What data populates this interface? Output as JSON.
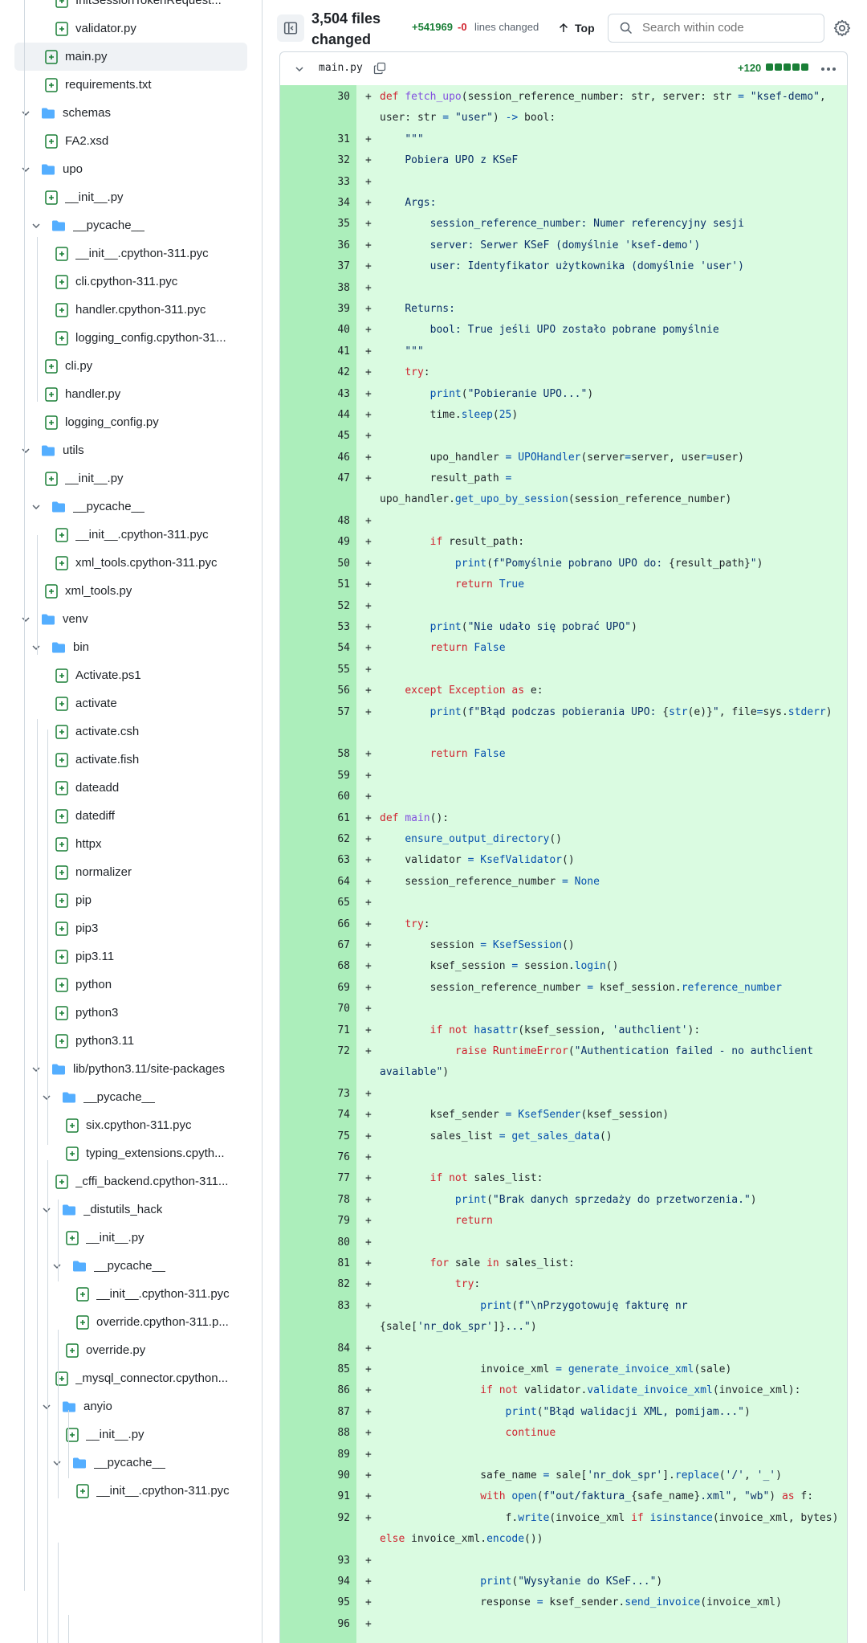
{
  "header": {
    "files_changed": "3,504 files changed",
    "additions": "+541969",
    "deletions": "-0",
    "lines_changed": "lines changed",
    "top_label": "Top",
    "search_placeholder": "Search within code"
  },
  "file": {
    "name": "main.py",
    "stat": "+120"
  },
  "tree": [
    {
      "label": "InitSessionTokenRequest...",
      "depth": 3,
      "type": "file"
    },
    {
      "label": "validator.py",
      "depth": 3,
      "type": "file"
    },
    {
      "label": "main.py",
      "depth": 2,
      "type": "file",
      "selected": true
    },
    {
      "label": "requirements.txt",
      "depth": 2,
      "type": "file"
    },
    {
      "label": "schemas",
      "depth": 1,
      "type": "folder"
    },
    {
      "label": "FA2.xsd",
      "depth": 2,
      "type": "file"
    },
    {
      "label": "upo",
      "depth": 1,
      "type": "folder"
    },
    {
      "label": "__init__.py",
      "depth": 2,
      "type": "file"
    },
    {
      "label": "__pycache__",
      "depth": 2,
      "type": "folder"
    },
    {
      "label": "__init__.cpython-311.pyc",
      "depth": 3,
      "type": "file"
    },
    {
      "label": "cli.cpython-311.pyc",
      "depth": 3,
      "type": "file"
    },
    {
      "label": "handler.cpython-311.pyc",
      "depth": 3,
      "type": "file"
    },
    {
      "label": "logging_config.cpython-31...",
      "depth": 3,
      "type": "file"
    },
    {
      "label": "cli.py",
      "depth": 2,
      "type": "file"
    },
    {
      "label": "handler.py",
      "depth": 2,
      "type": "file"
    },
    {
      "label": "logging_config.py",
      "depth": 2,
      "type": "file"
    },
    {
      "label": "utils",
      "depth": 1,
      "type": "folder"
    },
    {
      "label": "__init__.py",
      "depth": 2,
      "type": "file"
    },
    {
      "label": "__pycache__",
      "depth": 2,
      "type": "folder"
    },
    {
      "label": "__init__.cpython-311.pyc",
      "depth": 3,
      "type": "file"
    },
    {
      "label": "xml_tools.cpython-311.pyc",
      "depth": 3,
      "type": "file"
    },
    {
      "label": "xml_tools.py",
      "depth": 2,
      "type": "file"
    },
    {
      "label": "venv",
      "depth": 1,
      "type": "folder"
    },
    {
      "label": "bin",
      "depth": 2,
      "type": "folder"
    },
    {
      "label": "Activate.ps1",
      "depth": 3,
      "type": "file"
    },
    {
      "label": "activate",
      "depth": 3,
      "type": "file"
    },
    {
      "label": "activate.csh",
      "depth": 3,
      "type": "file"
    },
    {
      "label": "activate.fish",
      "depth": 3,
      "type": "file"
    },
    {
      "label": "dateadd",
      "depth": 3,
      "type": "file"
    },
    {
      "label": "datediff",
      "depth": 3,
      "type": "file"
    },
    {
      "label": "httpx",
      "depth": 3,
      "type": "file"
    },
    {
      "label": "normalizer",
      "depth": 3,
      "type": "file"
    },
    {
      "label": "pip",
      "depth": 3,
      "type": "file"
    },
    {
      "label": "pip3",
      "depth": 3,
      "type": "file"
    },
    {
      "label": "pip3.11",
      "depth": 3,
      "type": "file"
    },
    {
      "label": "python",
      "depth": 3,
      "type": "file"
    },
    {
      "label": "python3",
      "depth": 3,
      "type": "file"
    },
    {
      "label": "python3.11",
      "depth": 3,
      "type": "file"
    },
    {
      "label": "lib/python3.11/site-packages",
      "depth": 2,
      "type": "folder"
    },
    {
      "label": "__pycache__",
      "depth": 3,
      "type": "folder"
    },
    {
      "label": "six.cpython-311.pyc",
      "depth": 4,
      "type": "file"
    },
    {
      "label": "typing_extensions.cpyth...",
      "depth": 4,
      "type": "file"
    },
    {
      "label": "_cffi_backend.cpython-311...",
      "depth": 3,
      "type": "file"
    },
    {
      "label": "_distutils_hack",
      "depth": 3,
      "type": "folder"
    },
    {
      "label": "__init__.py",
      "depth": 4,
      "type": "file"
    },
    {
      "label": "__pycache__",
      "depth": 4,
      "type": "folder"
    },
    {
      "label": "__init__.cpython-311.pyc",
      "depth": 5,
      "type": "file"
    },
    {
      "label": "override.cpython-311.p...",
      "depth": 5,
      "type": "file"
    },
    {
      "label": "override.py",
      "depth": 4,
      "type": "file"
    },
    {
      "label": "_mysql_connector.cpython...",
      "depth": 3,
      "type": "file"
    },
    {
      "label": "anyio",
      "depth": 3,
      "type": "folder"
    },
    {
      "label": "__init__.py",
      "depth": 4,
      "type": "file"
    },
    {
      "label": "__pycache__",
      "depth": 4,
      "type": "folder"
    },
    {
      "label": "__init__.cpython-311.pyc",
      "depth": 5,
      "type": "file"
    }
  ],
  "diff": [
    {
      "n": "30",
      "h": "<span class='kw'>def</span> <span class='fn'>fetch_upo</span>(session_reference_number: str, server: str <span class='bl'>=</span> <span class='st'>\"ksef-demo\"</span>, user: str <span class='bl'>=</span> <span class='st'>\"user\"</span>) <span class='bl'>-&gt;</span> bool:",
      "rows": 2
    },
    {
      "n": "31",
      "h": "    <span class='st'>\"\"\"</span>"
    },
    {
      "n": "32",
      "h": "    <span class='st'>Pobiera UPO z KSeF</span>"
    },
    {
      "n": "33",
      "h": ""
    },
    {
      "n": "34",
      "h": "    <span class='st'>Args:</span>"
    },
    {
      "n": "35",
      "h": "        <span class='st'>session_reference_number: Numer referencyjny sesji</span>"
    },
    {
      "n": "36",
      "h": "        <span class='st'>server: Serwer KSeF (domyślnie 'ksef-demo')</span>"
    },
    {
      "n": "37",
      "h": "        <span class='st'>user: Identyfikator użytkownika (domyślnie 'user')</span>"
    },
    {
      "n": "38",
      "h": ""
    },
    {
      "n": "39",
      "h": "    <span class='st'>Returns:</span>"
    },
    {
      "n": "40",
      "h": "        <span class='st'>bool: True jeśli UPO zostało pobrane pomyślnie</span>"
    },
    {
      "n": "41",
      "h": "    <span class='st'>\"\"\"</span>"
    },
    {
      "n": "42",
      "h": "    <span class='kw'>try</span>:"
    },
    {
      "n": "43",
      "h": "        <span class='bl'>print</span>(<span class='st'>\"Pobieranie UPO...\"</span>)"
    },
    {
      "n": "44",
      "h": "        time.<span class='bl'>sleep</span>(<span class='bl'>25</span>)"
    },
    {
      "n": "45",
      "h": ""
    },
    {
      "n": "46",
      "h": "        upo_handler <span class='bl'>=</span> <span class='bl'>UPOHandler</span>(server<span class='bl'>=</span>server, user<span class='bl'>=</span>user)"
    },
    {
      "n": "47",
      "h": "        result_path <span class='bl'>=</span> upo_handler.<span class='bl'>get_upo_by_session</span>(session_reference_number)",
      "rows": 2
    },
    {
      "n": "48",
      "h": ""
    },
    {
      "n": "49",
      "h": "        <span class='kw'>if</span> result_path:"
    },
    {
      "n": "50",
      "h": "            <span class='bl'>print</span>(<span class='st'>f\"Pomyślnie pobrano UPO do: </span>{result_path}<span class='st'>\"</span>)"
    },
    {
      "n": "51",
      "h": "            <span class='kw'>return</span> <span class='bl'>True</span>"
    },
    {
      "n": "52",
      "h": ""
    },
    {
      "n": "53",
      "h": "        <span class='bl'>print</span>(<span class='st'>\"Nie udało się pobrać UPO\"</span>)"
    },
    {
      "n": "54",
      "h": "        <span class='kw'>return</span> <span class='bl'>False</span>"
    },
    {
      "n": "55",
      "h": ""
    },
    {
      "n": "56",
      "h": "    <span class='kw'>except</span> <span class='kw'>Exception</span> <span class='kw'>as</span> e:"
    },
    {
      "n": "57",
      "h": "        <span class='bl'>print</span>(<span class='st'>f\"Błąd podczas pobierania UPO: </span>{<span class='bl'>str</span>(e)}<span class='st'>\"</span>, file<span class='bl'>=</span>sys.<span class='bl'>stderr</span>)",
      "rows": 2
    },
    {
      "n": "58",
      "h": "        <span class='kw'>return</span> <span class='bl'>False</span>"
    },
    {
      "n": "59",
      "h": ""
    },
    {
      "n": "60",
      "h": ""
    },
    {
      "n": "61",
      "h": "<span class='kw'>def</span> <span class='fn'>main</span>():"
    },
    {
      "n": "62",
      "h": "    <span class='bl'>ensure_output_directory</span>()"
    },
    {
      "n": "63",
      "h": "    validator <span class='bl'>=</span> <span class='bl'>KsefValidator</span>()"
    },
    {
      "n": "64",
      "h": "    session_reference_number <span class='bl'>=</span> <span class='bl'>None</span>"
    },
    {
      "n": "65",
      "h": ""
    },
    {
      "n": "66",
      "h": "    <span class='kw'>try</span>:"
    },
    {
      "n": "67",
      "h": "        session <span class='bl'>=</span> <span class='bl'>KsefSession</span>()"
    },
    {
      "n": "68",
      "h": "        ksef_session <span class='bl'>=</span> session.<span class='bl'>login</span>()"
    },
    {
      "n": "69",
      "h": "        session_reference_number <span class='bl'>=</span> ksef_session.<span class='bl'>reference_number</span>"
    },
    {
      "n": "70",
      "h": ""
    },
    {
      "n": "71",
      "h": "        <span class='kw'>if</span> <span class='kw'>not</span> <span class='bl'>hasattr</span>(ksef_session, <span class='st'>'authclient'</span>):"
    },
    {
      "n": "72",
      "h": "            <span class='kw'>raise</span> <span class='kw'>RuntimeError</span>(<span class='st'>\"Authentication failed - no authclient available\"</span>)",
      "rows": 2
    },
    {
      "n": "73",
      "h": ""
    },
    {
      "n": "74",
      "h": "        ksef_sender <span class='bl'>=</span> <span class='bl'>KsefSender</span>(ksef_session)"
    },
    {
      "n": "75",
      "h": "        sales_list <span class='bl'>=</span> <span class='bl'>get_sales_data</span>()"
    },
    {
      "n": "76",
      "h": ""
    },
    {
      "n": "77",
      "h": "        <span class='kw'>if</span> <span class='kw'>not</span> sales_list:"
    },
    {
      "n": "78",
      "h": "            <span class='bl'>print</span>(<span class='st'>\"Brak danych sprzedaży do przetworzenia.\"</span>)"
    },
    {
      "n": "79",
      "h": "            <span class='kw'>return</span>"
    },
    {
      "n": "80",
      "h": ""
    },
    {
      "n": "81",
      "h": "        <span class='kw'>for</span> sale <span class='kw'>in</span> sales_list:"
    },
    {
      "n": "82",
      "h": "            <span class='kw'>try</span>:"
    },
    {
      "n": "83",
      "h": "                <span class='bl'>print</span>(<span class='st'>f\"\\nPrzygotowuję fakturę nr </span>{sale[<span class='st'>'nr_dok_spr'</span>]}<span class='st'>...\"</span>)",
      "rows": 2
    },
    {
      "n": "84",
      "h": ""
    },
    {
      "n": "85",
      "h": "                invoice_xml <span class='bl'>=</span> <span class='bl'>generate_invoice_xml</span>(sale)"
    },
    {
      "n": "86",
      "h": "                <span class='kw'>if</span> <span class='kw'>not</span> validator.<span class='bl'>validate_invoice_xml</span>(invoice_xml):"
    },
    {
      "n": "87",
      "h": "                    <span class='bl'>print</span>(<span class='st'>\"Błąd walidacji XML, pomijam...\"</span>)"
    },
    {
      "n": "88",
      "h": "                    <span class='kw'>continue</span>"
    },
    {
      "n": "89",
      "h": ""
    },
    {
      "n": "90",
      "h": "                safe_name <span class='bl'>=</span> sale[<span class='st'>'nr_dok_spr'</span>].<span class='bl'>replace</span>(<span class='st'>'/'</span>, <span class='st'>'_'</span>)"
    },
    {
      "n": "91",
      "h": "                <span class='kw'>with</span> <span class='bl'>open</span>(<span class='st'>f\"out/faktura_</span>{safe_name}<span class='st'>.xml\"</span>, <span class='st'>\"wb\"</span>) <span class='kw'>as</span> f:"
    },
    {
      "n": "92",
      "h": "                    f.<span class='bl'>write</span>(invoice_xml <span class='kw'>if</span> <span class='bl'>isinstance</span>(invoice_xml, bytes) <span class='kw'>else</span> invoice_xml.<span class='bl'>encode</span>())",
      "rows": 2
    },
    {
      "n": "93",
      "h": ""
    },
    {
      "n": "94",
      "h": "                <span class='bl'>print</span>(<span class='st'>\"Wysyłanie do KSeF...\"</span>)"
    },
    {
      "n": "95",
      "h": "                response <span class='bl'>=</span> ksef_sender.<span class='bl'>send_invoice</span>(invoice_xml)"
    },
    {
      "n": "96",
      "h": ""
    }
  ]
}
